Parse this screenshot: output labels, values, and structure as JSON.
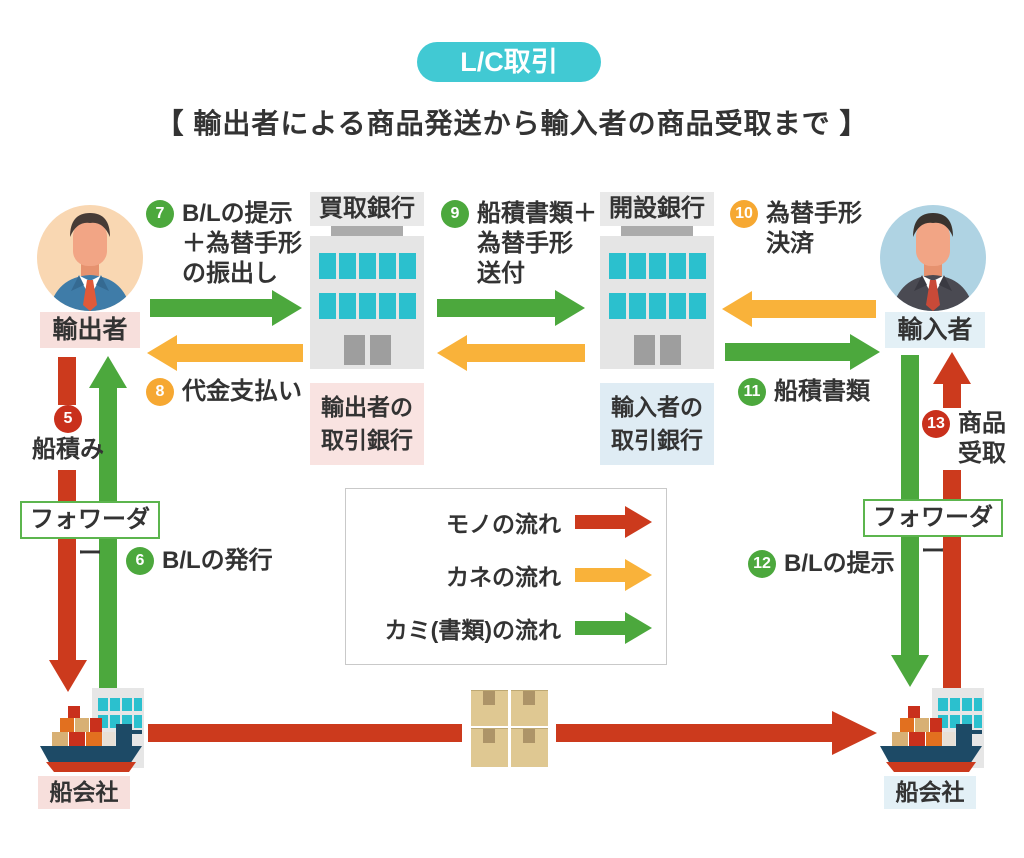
{
  "title": {
    "badge": "L/C取引",
    "subtitle": "【 輸出者による商品発送から輸入者の商品受取まで 】"
  },
  "actors": {
    "exporter": {
      "label": "輸出者"
    },
    "importer": {
      "label": "輸入者"
    }
  },
  "banks": {
    "negotiating": {
      "name": "買取銀行",
      "role": "輸出者の\n取引銀行"
    },
    "issuing": {
      "name": "開設銀行",
      "role": "輸入者の\n取引銀行"
    }
  },
  "forwarders": {
    "left": "フォワーダー",
    "right": "フォワーダー"
  },
  "shipping": {
    "left": "船会社",
    "right": "船会社"
  },
  "steps": {
    "s5": {
      "num": "5",
      "label": "船積み",
      "color": "#c9301c"
    },
    "s6": {
      "num": "6",
      "label": "B/Lの発行",
      "color": "#4ca83d"
    },
    "s7": {
      "num": "7",
      "label": "B/Lの提示\n＋為替手形\nの振出し",
      "color": "#4ca83d"
    },
    "s8": {
      "num": "8",
      "label": "代金支払い",
      "color": "#f6a832"
    },
    "s9": {
      "num": "9",
      "label": "船積書類＋\n為替手形\n送付",
      "color": "#4ca83d"
    },
    "s10": {
      "num": "10",
      "label": "為替手形\n決済",
      "color": "#f6a832"
    },
    "s11": {
      "num": "11",
      "label": "船積書類",
      "color": "#4ca83d"
    },
    "s12": {
      "num": "12",
      "label": "B/Lの提示",
      "color": "#4ca83d"
    },
    "s13": {
      "num": "13",
      "label": "商品\n受取",
      "color": "#c9301c"
    }
  },
  "legend": {
    "items": [
      {
        "label": "モノの流れ",
        "color": "#cc3a1d"
      },
      {
        "label": "カネの流れ",
        "color": "#f9b23a"
      },
      {
        "label": "カミ(書類)の流れ",
        "color": "#4ca83d"
      }
    ]
  },
  "palette": {
    "badge_teal": "#41c9d3",
    "goods_red": "#cc3a1d",
    "money_yellow": "#f9b23a",
    "docs_green": "#4ca83d",
    "step_red": "#c9301c",
    "step_orange": "#f6a832",
    "exporter_pink_bg": "#f7dfdc",
    "importer_blue_bg": "#e3f0f6",
    "building_gray": "#e5e5e5",
    "window_cyan": "#2bc0ce",
    "carton_tan": "#dfc892",
    "forwarder_border_green": "#5cb54e"
  }
}
